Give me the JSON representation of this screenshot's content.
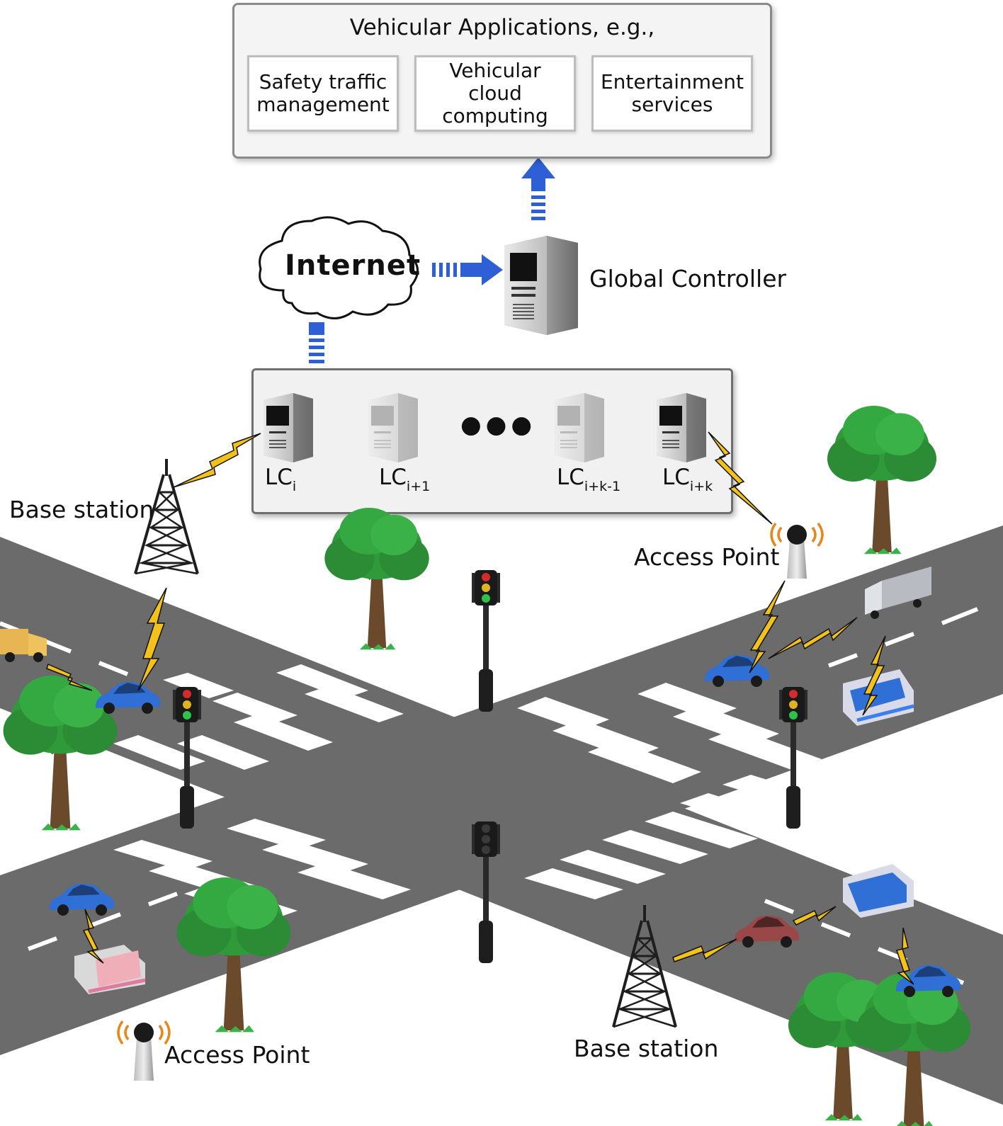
{
  "applications": {
    "title": "Vehicular Applications, e.g.,",
    "items": [
      {
        "line1": "Safety traffic",
        "line2": "management"
      },
      {
        "line1": "Vehicular cloud",
        "line2": "computing"
      },
      {
        "line1": "Entertainment",
        "line2": "services"
      }
    ]
  },
  "internet_label": "Internet",
  "global_controller_label": "Global Controller",
  "local_controllers": [
    {
      "base": "LC",
      "sub": "i",
      "faded": false
    },
    {
      "base": "LC",
      "sub": "i+1",
      "faded": true
    },
    {
      "base": "LC",
      "sub": "i+k-1",
      "faded": true
    },
    {
      "base": "LC",
      "sub": "i+k",
      "faded": false
    }
  ],
  "ellipsis": "●●●",
  "labels": {
    "base_station_top": "Base station",
    "access_point_top": "Access Point",
    "access_point_bottom": "Access Point",
    "base_station_bottom": "Base station"
  },
  "colors": {
    "road": "#6b6b6b",
    "lane_marking": "#ffffff",
    "arrow": "#2f5fd6",
    "signal": "#f2c21b",
    "tree_canopy": "#2f9a3a",
    "trunk": "#6b4a2c"
  }
}
